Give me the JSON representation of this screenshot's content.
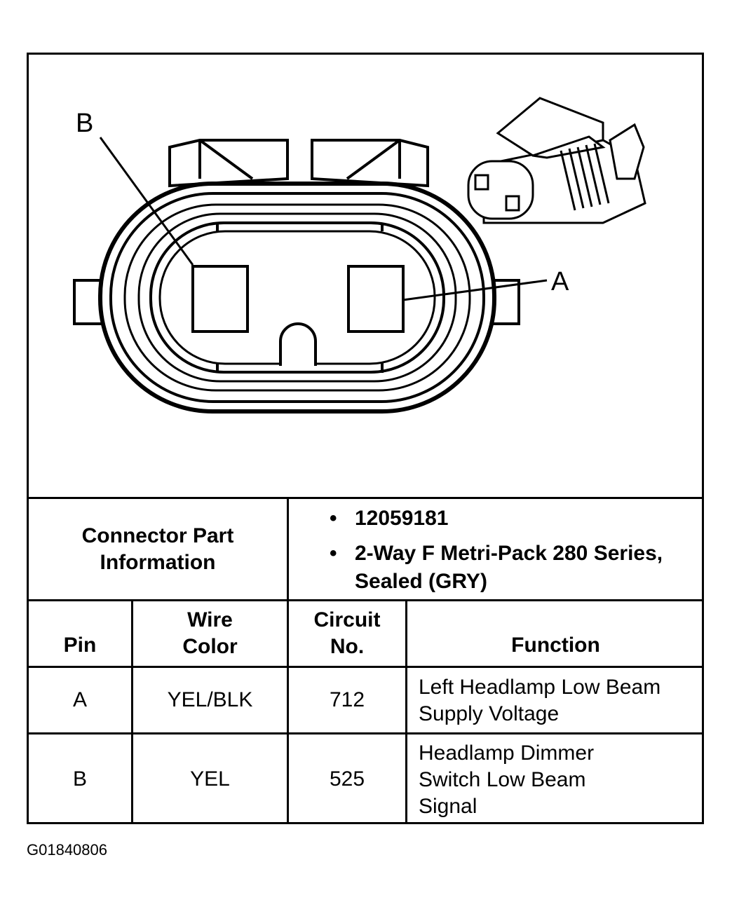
{
  "diagram": {
    "label_b": "B",
    "label_a": "A"
  },
  "connector_info": {
    "heading": "Connector Part Information",
    "bullets": [
      "12059181",
      "2-Way F Metri-Pack 280 Series, Sealed (GRY)"
    ]
  },
  "table": {
    "headers": {
      "pin": "Pin",
      "wire_color": "Wire Color",
      "circuit_no": "Circuit No.",
      "function": "Function"
    },
    "rows": [
      {
        "pin": "A",
        "wire_color": "YEL/BLK",
        "circuit": "712",
        "function": "Left Headlamp Low Beam Supply Voltage"
      },
      {
        "pin": "B",
        "wire_color": "YEL",
        "circuit": "525",
        "function": "Headlamp Dimmer Switch Low Beam Signal"
      }
    ]
  },
  "figure_id": "G01840806"
}
